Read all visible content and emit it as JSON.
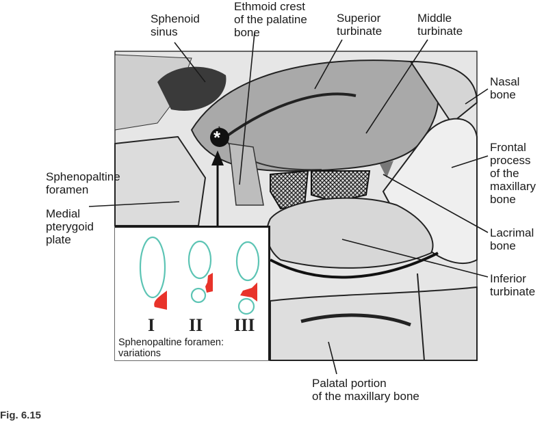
{
  "labels": {
    "sphenoid_sinus": [
      "Sphenoid",
      "sinus"
    ],
    "ethmoid_crest": [
      "Ethmoid crest",
      "of the palatine",
      "bone"
    ],
    "superior_turbinate": [
      "Superior",
      "turbinate"
    ],
    "middle_turbinate": [
      "Middle",
      "turbinate"
    ],
    "nasal_bone": [
      "Nasal",
      "bone"
    ],
    "frontal_process": [
      "Frontal",
      "process",
      "of the",
      "maxillary",
      "bone"
    ],
    "sphenopalatine_foramen": [
      "Sphenopaltine",
      "foramen"
    ],
    "medial_pterygoid": [
      "Medial",
      "pterygoid",
      "plate"
    ],
    "lacrimal_bone": [
      "Lacrimal",
      "bone"
    ],
    "inferior_turbinate": [
      "Inferior",
      "turbinate"
    ],
    "palatal_portion": [
      "Palatal portion",
      "of the maxillary bone"
    ]
  },
  "inset": {
    "numerals": [
      "I",
      "II",
      "III"
    ],
    "caption": [
      "Sphenopaltine foramen:",
      "variations"
    ]
  },
  "marker": "*",
  "figure_label": "Fig. 6.15",
  "colors": {
    "outline": "#5cc4b4",
    "highlight": "#e8332a"
  }
}
